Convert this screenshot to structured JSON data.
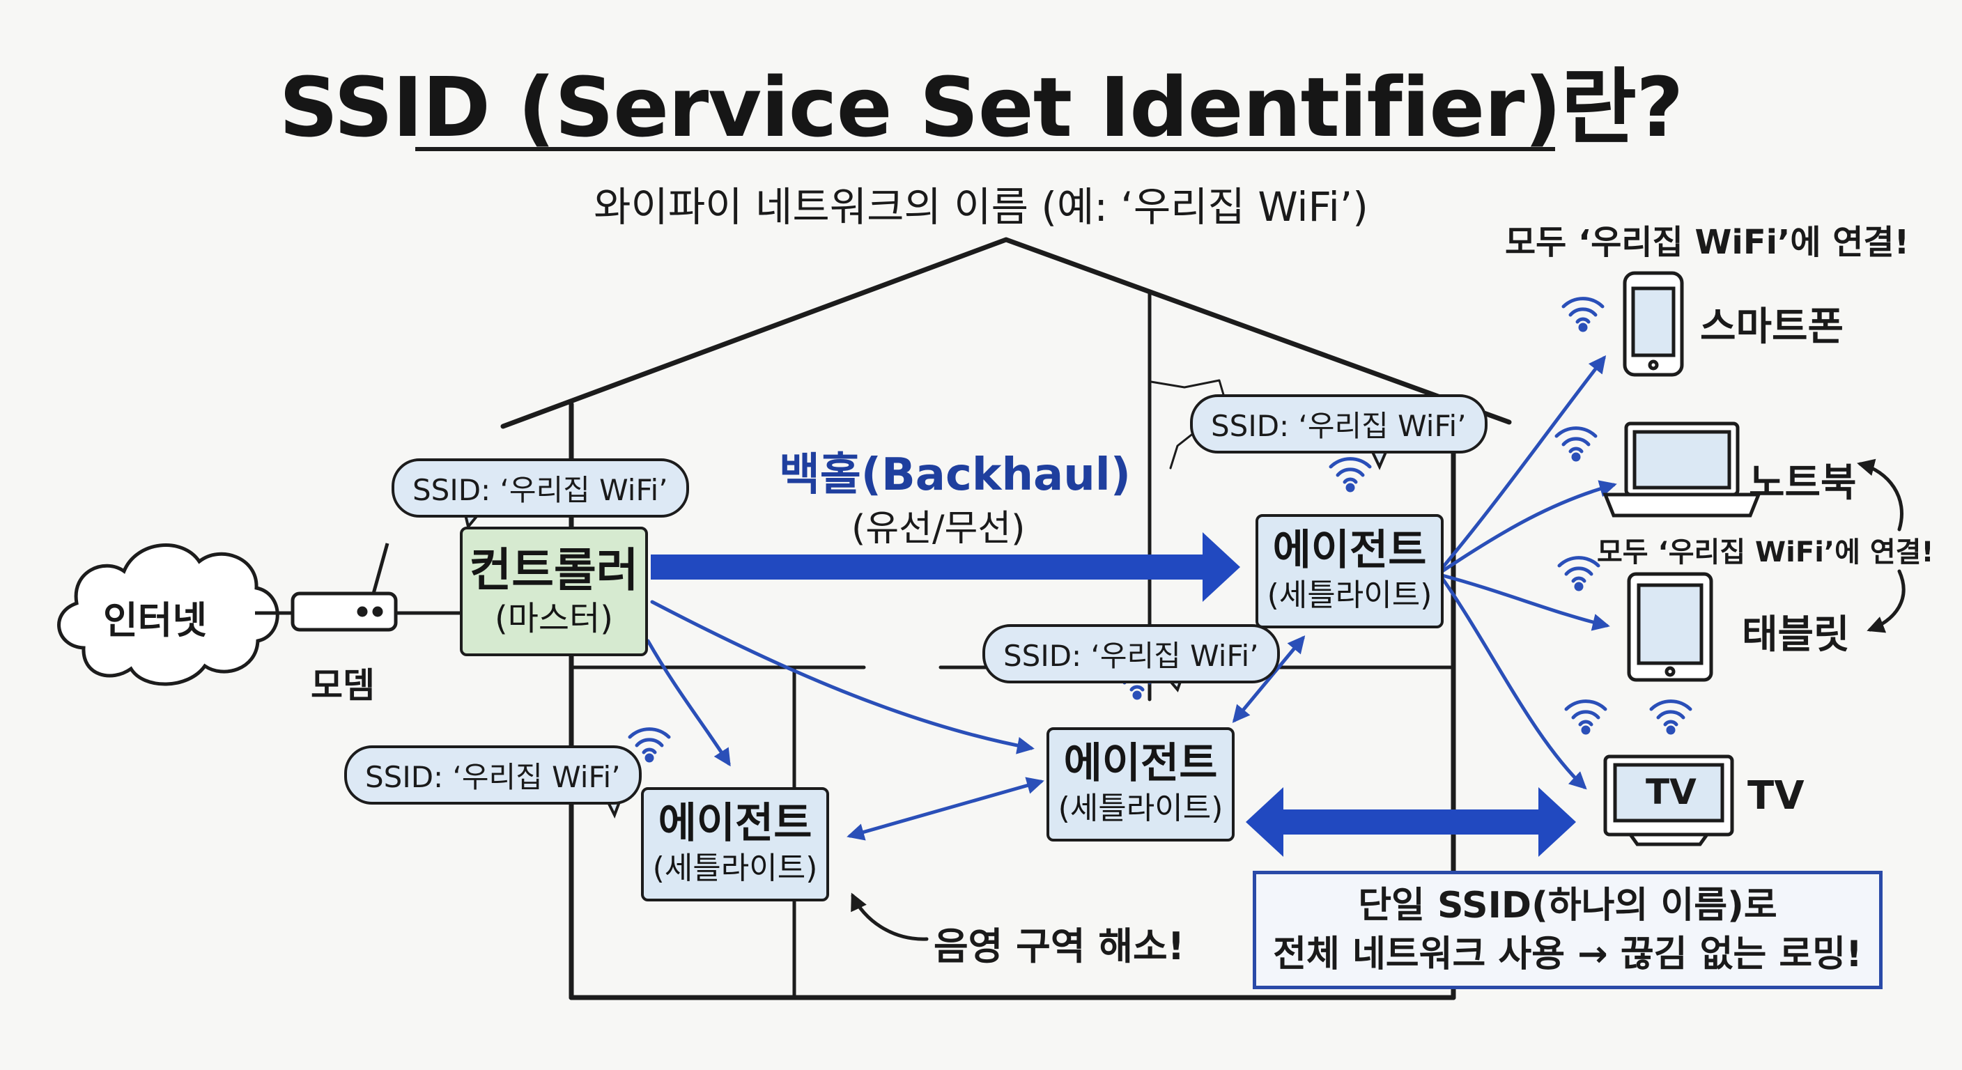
{
  "title": "SSID (Service Set Identifier)란?",
  "subtitle": "와이파이 네트워크의 이름 (예: ‘우리집 WiFi’)",
  "ssid_bubble": "SSID: ‘우리집 WiFi’",
  "internet": "인터넷",
  "modem": "모뎀",
  "controller": {
    "main": "컨트롤러",
    "sub": "(마스터)"
  },
  "agent": {
    "main": "에이전트",
    "sub": "(세틀라이트)"
  },
  "backhaul": {
    "title": "백홀(Backhaul)",
    "sub": "(유선/무선)"
  },
  "connect_all_top": "모두 ‘우리집 WiFi’에 연결!",
  "connect_all_mid": "모두 ‘우리집 WiFi’에 연결!",
  "devices": {
    "smartphone": "스마트폰",
    "laptop": "노트북",
    "tablet": "태블릿",
    "tv": "TV",
    "tv_screen": "TV"
  },
  "shadow_zone": "음영 구역 해소!",
  "info_box": {
    "line1": "단일 SSID(하나의 이름)로",
    "line2": "전체 네트워크 사용 → 끊김 없는 로밍!"
  },
  "colors": {
    "controller_fill": "#d6ead0",
    "agent_fill": "#dbe8f4",
    "arrow_blue": "#2a4fb8",
    "thick_arrow": "#2149c0"
  }
}
